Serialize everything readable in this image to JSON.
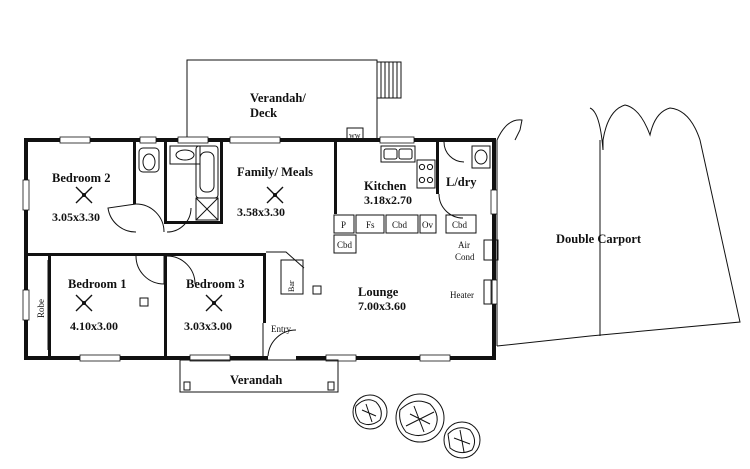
{
  "rooms": {
    "bedroom2": {
      "name": "Bedroom 2",
      "dims": "3.05x3.30"
    },
    "family": {
      "name": "Family/ Meals",
      "dims": "3.58x3.30"
    },
    "kitchen": {
      "name": "Kitchen",
      "dims": "3.18x2.70"
    },
    "laundry": {
      "name": "L/dry"
    },
    "bedroom1": {
      "name": "Bedroom 1",
      "dims": "4.10x3.00"
    },
    "bedroom3": {
      "name": "Bedroom 3",
      "dims": "3.03x3.00"
    },
    "lounge": {
      "name": "Lounge",
      "dims": "7.00x3.60"
    }
  },
  "outdoor": {
    "verandah_deck_line1": "Verandah/",
    "verandah_deck_line2": "Deck",
    "verandah_front": "Verandah",
    "carport": "Double Carport"
  },
  "fixtures": {
    "entry": "Entry",
    "robe": "Robe",
    "bar": "Bar",
    "pantry": "P",
    "fridge_space": "Fs",
    "cupboard": "Cbd",
    "oven": "Ov",
    "air_cond_line1": "Air",
    "air_cond_line2": "Cond",
    "heater": "Heater",
    "ww": "ww"
  }
}
